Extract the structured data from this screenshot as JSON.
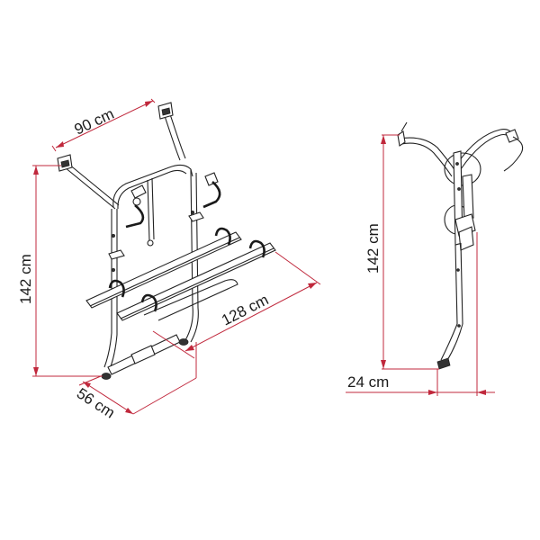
{
  "diagram": {
    "subject": "Rear-door bicycle carrier dimensional drawing",
    "colors": {
      "dimension_line": "#c0283c",
      "outline": "#222222",
      "background": "#ffffff",
      "label": "#1a1a1a"
    },
    "front_view": {
      "dimensions": {
        "top_width": "90 cm",
        "height": "142 cm",
        "depth_rails": "128 cm",
        "base_width": "56 cm"
      }
    },
    "side_view": {
      "dimensions": {
        "height": "142 cm",
        "depth": "24 cm"
      }
    }
  }
}
